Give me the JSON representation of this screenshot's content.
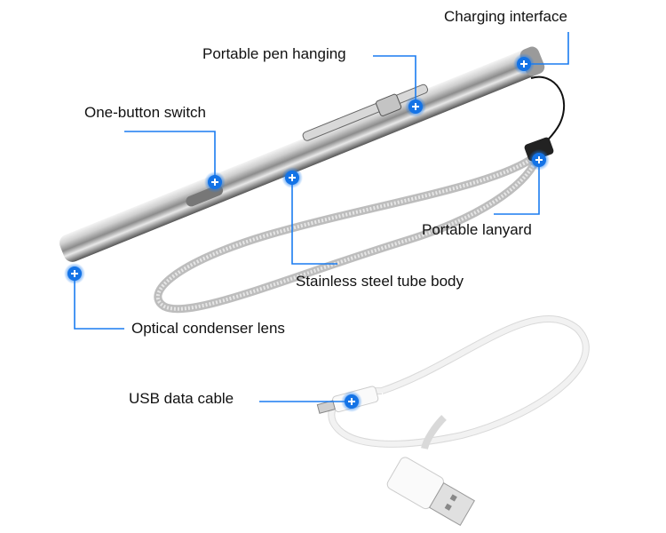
{
  "callouts": {
    "charging_interface": "Charging interface",
    "pen_hanging": "Portable pen hanging",
    "button_switch": "One-button switch",
    "tube_body": "Stainless steel tube body",
    "lanyard": "Portable lanyard",
    "condenser_lens": "Optical condenser lens",
    "usb_cable": "USB data cable"
  },
  "colors": {
    "accent": "#1a7cf0",
    "marker": "#1473e6"
  }
}
